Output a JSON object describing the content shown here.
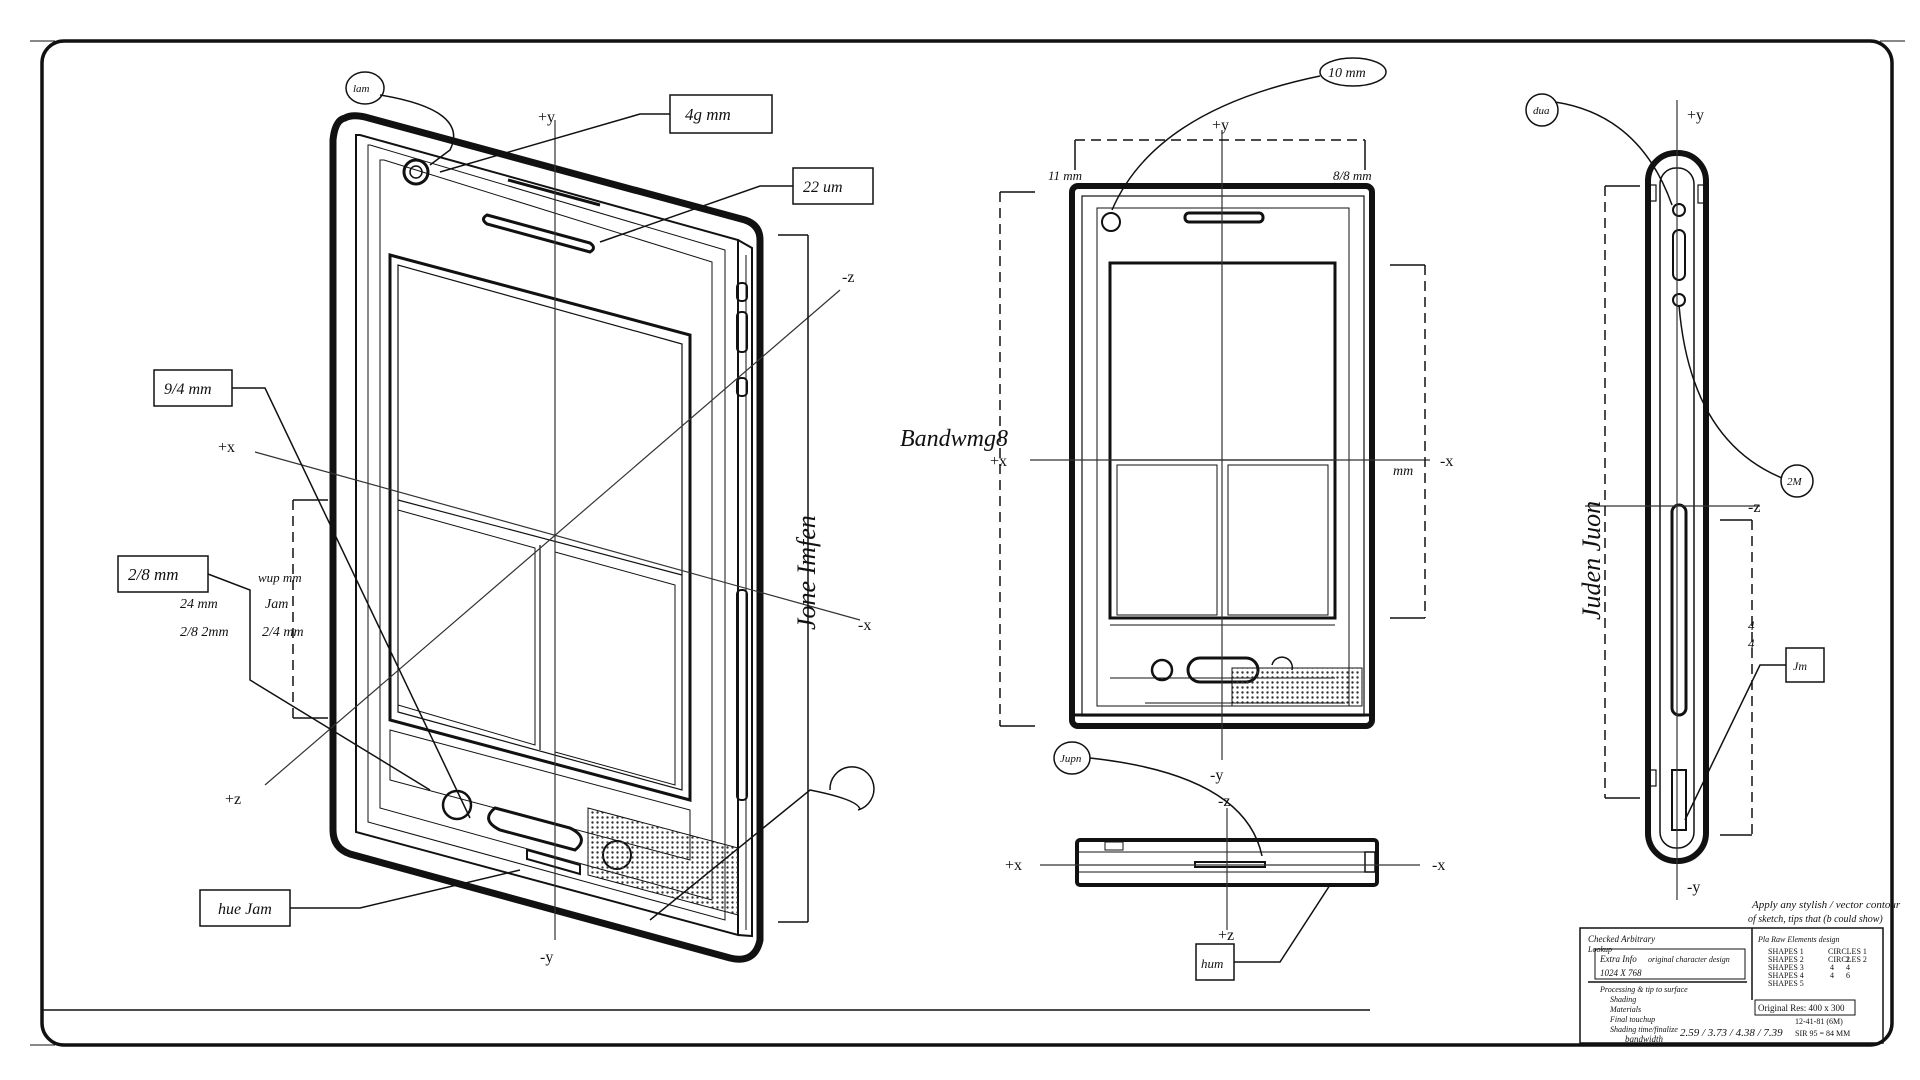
{
  "axes": {
    "plus_y": "+y",
    "minus_y": "-y",
    "plus_x": "+x",
    "minus_x": "-x",
    "plus_z": "+z",
    "minus_z": "-z"
  },
  "iso_view": {
    "callouts": [
      "lam",
      "4g mm",
      "22 um",
      "9/4 mm",
      "2/8 mm",
      "hue Jam"
    ],
    "notes": [
      "wup mm",
      "24 mm",
      "2/8 2mm",
      "Jam",
      "2/4 mm"
    ],
    "vertical_dim": "Jone Imfen"
  },
  "front_view": {
    "callouts": [
      "10 mm",
      "11 mm",
      "8/8 mm",
      "Jupn"
    ],
    "left_dim": "Bandwmg8",
    "right_dim": "mm"
  },
  "top_view": {
    "callouts": [
      "hum"
    ]
  },
  "side_view": {
    "callouts": [
      "dua",
      "2M",
      "Jm"
    ],
    "vertical_dim": "Juden Juon",
    "small_notes": [
      "4",
      "4"
    ]
  },
  "title_block": {
    "header_note": "Apply any stylish / vector contour",
    "header_note_2": "of sketch, tips that (b could show)",
    "col_a": [
      "Checked Arbitrary",
      "Lookup",
      "Extra Info",
      "original character design",
      "1024 X 768",
      "Processing & tip to surface",
      "Shading",
      "Materials",
      "Final touchup",
      "Shading time/finalize",
      "bandwidth"
    ],
    "col_b": [
      "Pla Raw Elements design",
      "SHAPES 1",
      "SHAPES 2",
      "SHAPES 3",
      "SHAPES 4",
      "SHAPES 5",
      "CIRCLES 1",
      "CIRCLES 2"
    ],
    "col_b_vals": [
      "4",
      "4",
      "4",
      "2",
      "6"
    ],
    "original_res": "Original Res: 400 x 300",
    "numbers": "2.59 / 3.73 / 4.38 / 7.39",
    "date": "12-41-81 (6M)",
    "stamp": "SIR 95 = 84 MM"
  }
}
